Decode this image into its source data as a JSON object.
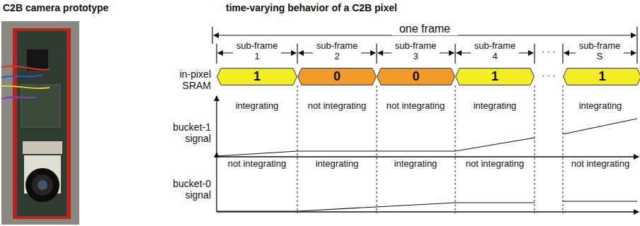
{
  "diagram": {
    "nodes": [
      {
        "text": [
          "1"
        ]
      },
      {
        "text": [
          "0"
        ]
      },
      {
        "text": [
          "0"
        ]
      },
      {
        "text": [
          "1"
        ]
      },
      {
        "text": [
          "1"
        ]
      }
    ],
    "labels": [
      "C2B camera prototype",
      "time-varying behavior of a C2B pixel",
      "one frame",
      "sub-frame 1",
      "sub-frame 2",
      "sub-frame 3",
      "sub-frame 4",
      "· · ·",
      "sub-frame S",
      "in-pixel SRAM",
      "· · ·",
      "bucket-1 signal",
      "integrating",
      "not integrating",
      "not integrating",
      "integrating",
      "integrating",
      "bucket-0 signal",
      "not integrating",
      "integrating",
      "integrating",
      "not integrating",
      "not integrating"
    ]
  }
}
